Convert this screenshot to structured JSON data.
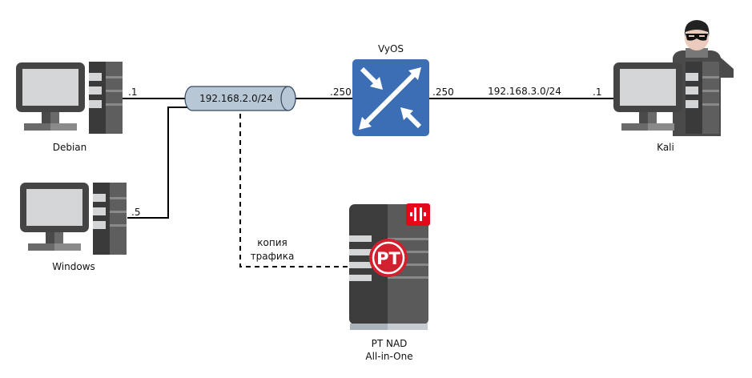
{
  "nodes": {
    "debian": {
      "label": "Debian",
      "ip": ".1"
    },
    "windows": {
      "label": "Windows",
      "ip": ".5"
    },
    "switch": {
      "label": "192.168.2.0/24"
    },
    "router": {
      "label": "VyOS",
      "ip_left": ".250",
      "ip_right": ".250"
    },
    "kali": {
      "label": "Kali",
      "ip": ".1"
    },
    "ptnad": {
      "label_line1": "PT NAD",
      "label_line2": "All-in-One"
    }
  },
  "links": {
    "wan_subnet": "192.168.3.0/24",
    "mirror_line1": "копия",
    "mirror_line2": "трафика"
  },
  "colors": {
    "router_blue": "#3b6eb5",
    "switch_fill": "#b7c7d6",
    "pt_red": "#d3202f",
    "dark_gray": "#3c3c3c",
    "mid_gray": "#5a5a5a",
    "screen": "#d4d5d7"
  }
}
